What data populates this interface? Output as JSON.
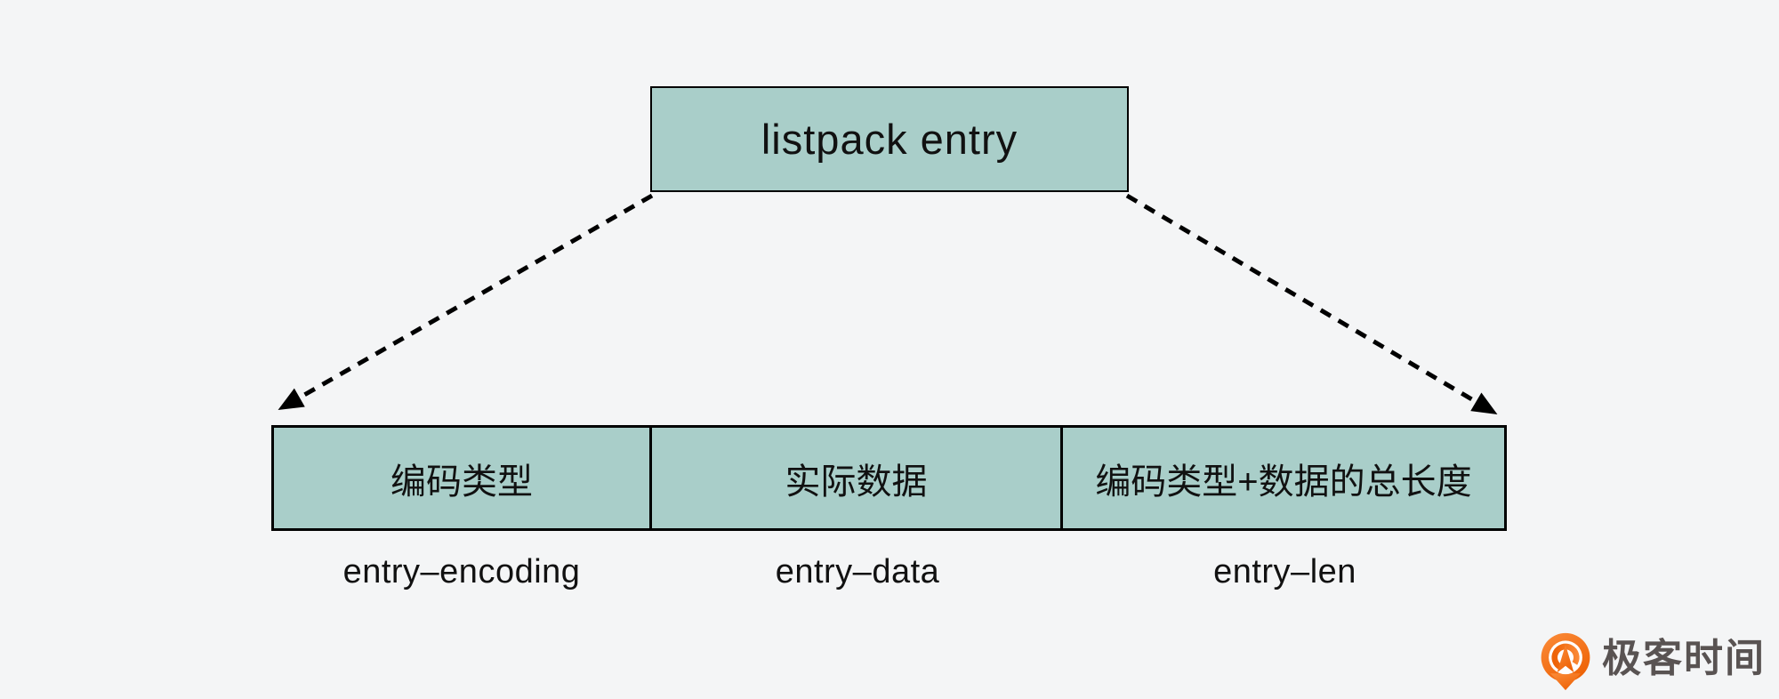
{
  "theme": {
    "canvas_bg": "#f4f5f6",
    "box_fill": "#a9cec9",
    "box_border": "#000000",
    "text": "#111111",
    "logo_orange": "#f3711c",
    "logo_text": "#595352"
  },
  "diagram": {
    "root_box": {
      "label": "listpack entry"
    },
    "cells": [
      {
        "label": "编码类型",
        "sublabel": "entry–encoding"
      },
      {
        "label": "实际数据",
        "sublabel": "entry–data"
      },
      {
        "label": "编码类型+数据的总长度",
        "sublabel": "entry–len"
      }
    ]
  },
  "watermark": {
    "logo_icon": "geektime-pin-icon",
    "logo_text": "极客时间"
  }
}
